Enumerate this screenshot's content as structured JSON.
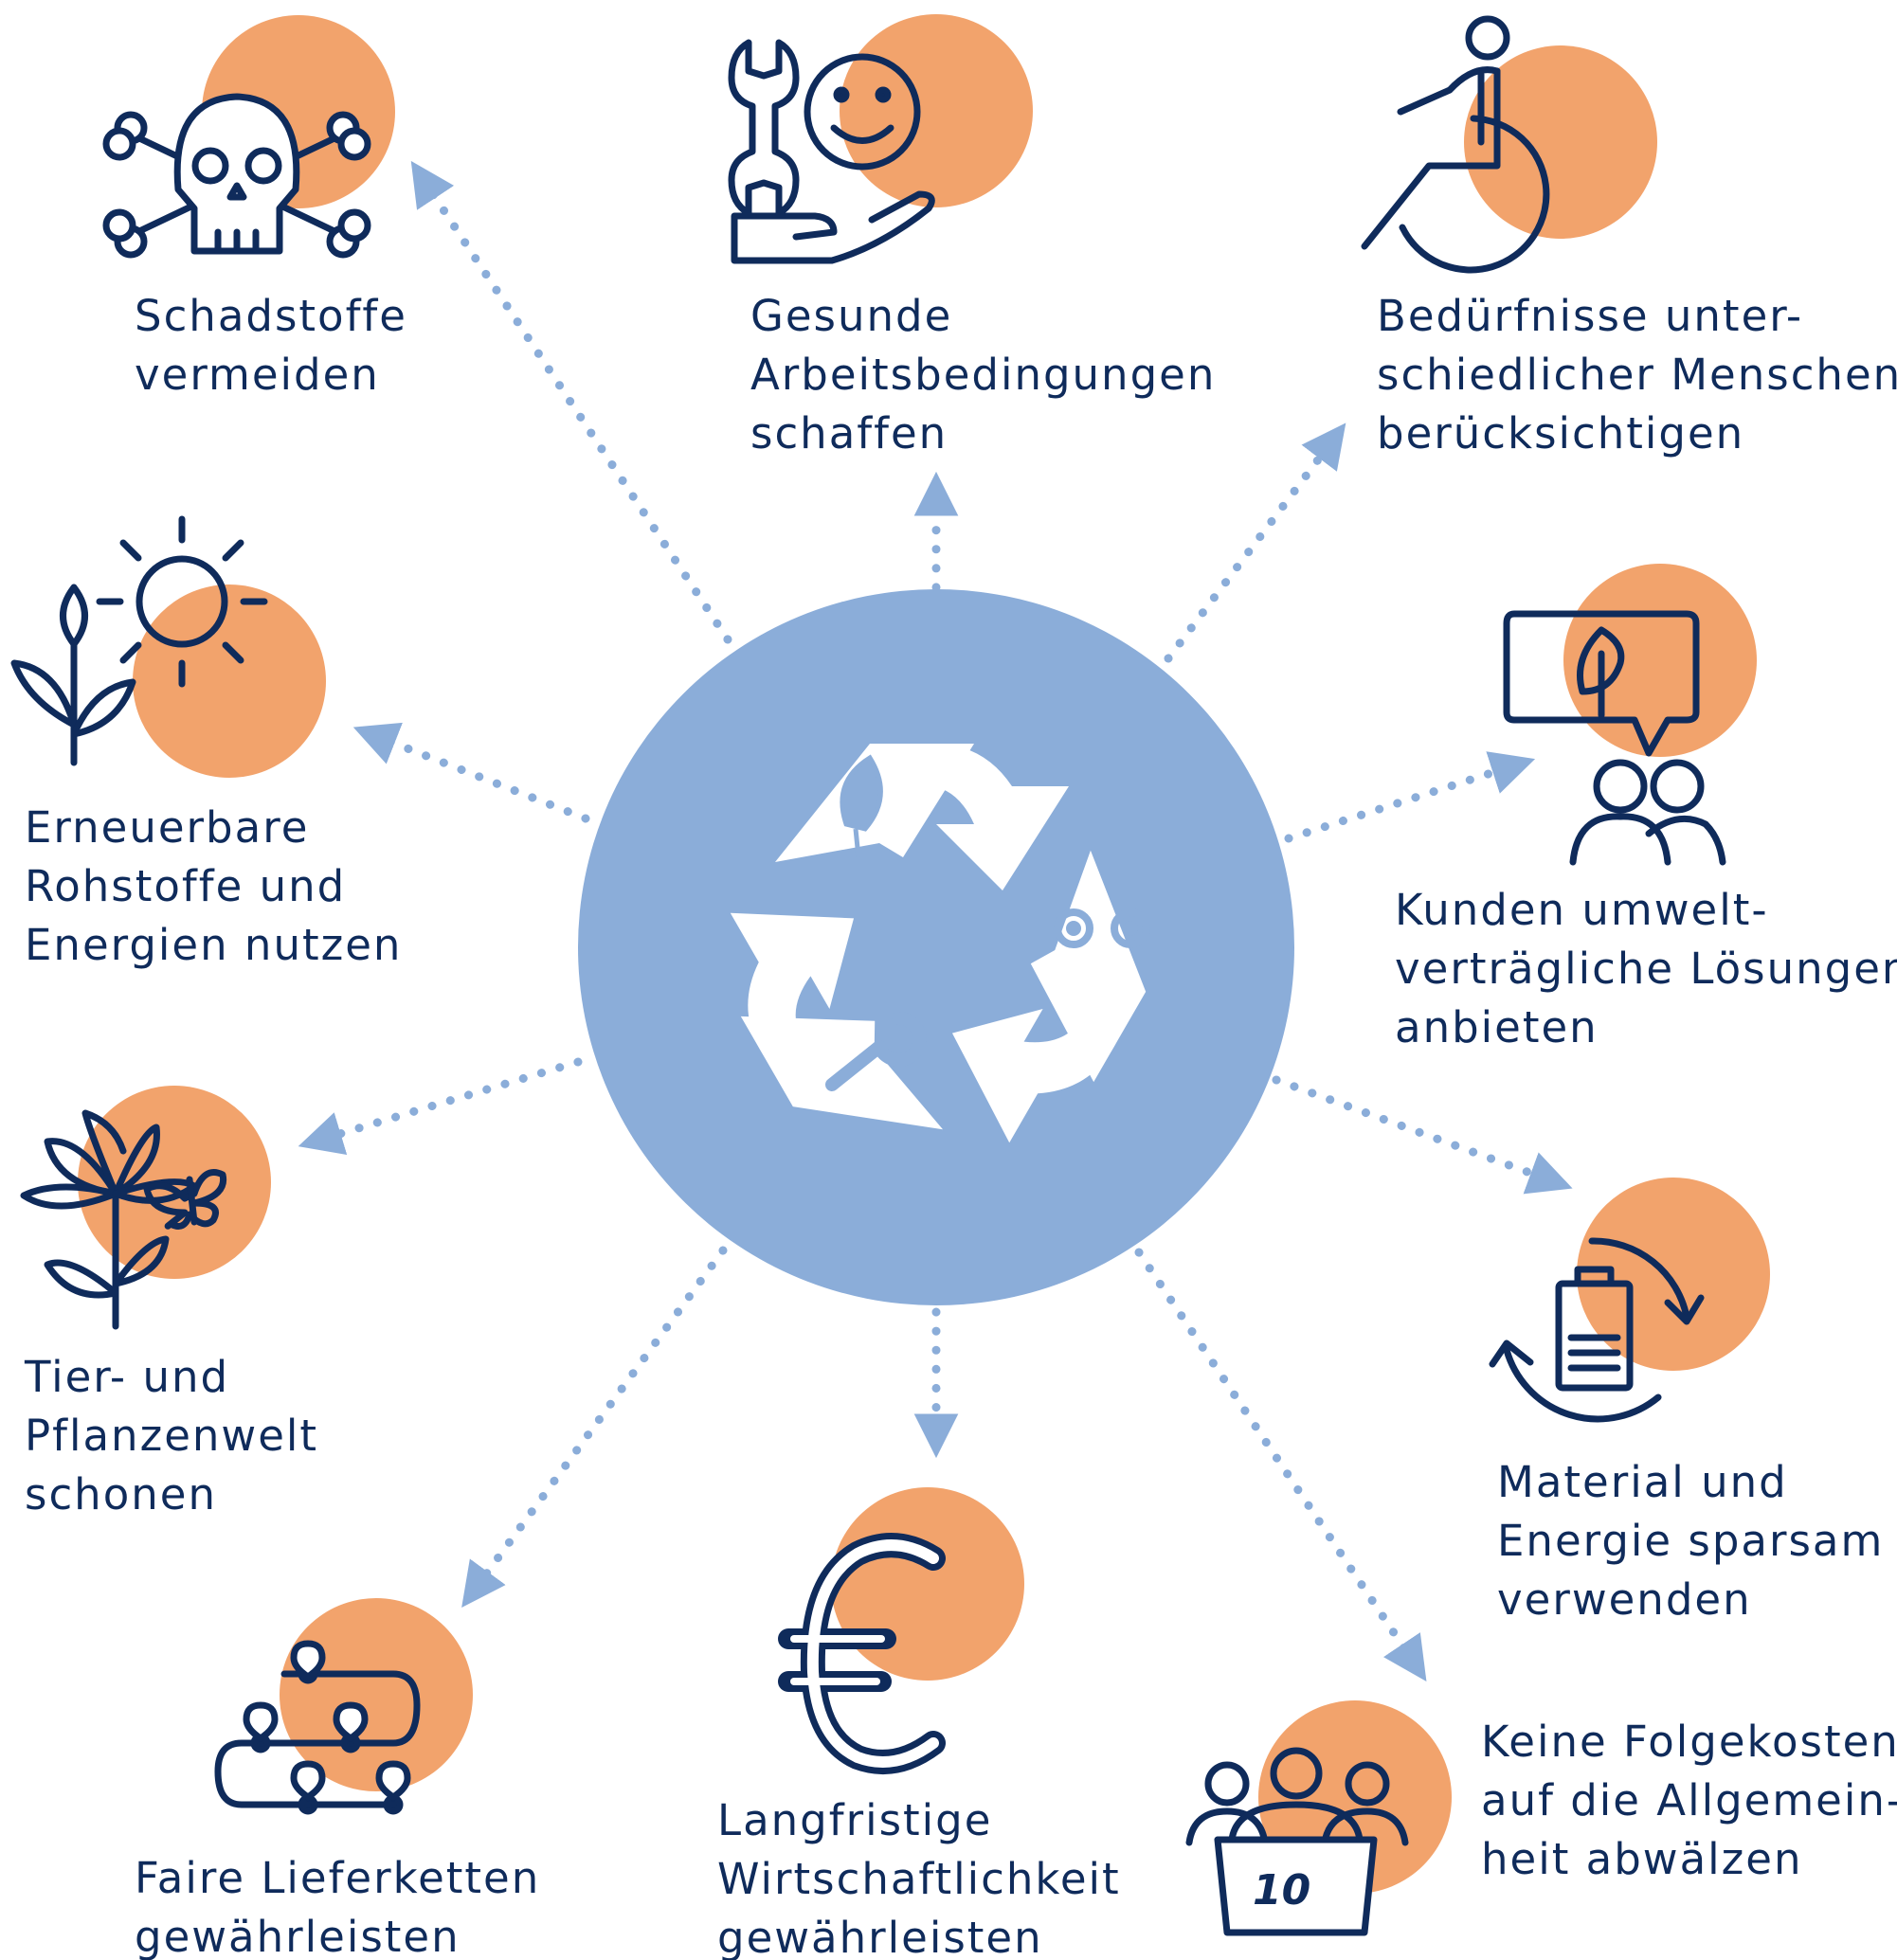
{
  "colors": {
    "navy": "#0f2b5b",
    "orange": "#f2a36c",
    "blue": "#8badd9",
    "white": "#ffffff"
  },
  "center": {
    "icon": "recycle-symbol-icon"
  },
  "items": [
    {
      "id": "schadstoffe",
      "icon": "skull-crossbones-icon",
      "lines": [
        "Schadstoffe",
        "vermeiden"
      ]
    },
    {
      "id": "arbeitsbedingungen",
      "icon": "wrench-smile-hand-icon",
      "lines": [
        "Gesunde",
        "Arbeitsbedingungen",
        "schaffen"
      ]
    },
    {
      "id": "beduerfnisse",
      "icon": "wheelchair-icon",
      "lines": [
        "Bedürfnisse unter-",
        "schiedlicher Menschen",
        "berücksichtigen"
      ]
    },
    {
      "id": "kunden",
      "icon": "speech-bubble-leaf-people-icon",
      "lines": [
        "Kunden umwelt-",
        "verträgliche Lösungen",
        "anbieten"
      ]
    },
    {
      "id": "material",
      "icon": "battery-cycle-icon",
      "lines": [
        "Material und",
        "Energie sparsam",
        "verwenden"
      ]
    },
    {
      "id": "folgekosten",
      "icon": "group-bucket-icon",
      "badge": "10",
      "lines": [
        "Keine Folgekosten",
        "auf die Allgemein-",
        "heit abwälzen"
      ]
    },
    {
      "id": "wirtschaftlichkeit",
      "icon": "euro-icon",
      "lines": [
        "Langfristige",
        "Wirtschaftlichkeit",
        "gewährleisten"
      ]
    },
    {
      "id": "lieferketten",
      "icon": "route-pins-icon",
      "lines": [
        "Faire Lieferketten",
        "gewährleisten"
      ]
    },
    {
      "id": "tierpflanzen",
      "icon": "flower-butterfly-icon",
      "lines": [
        "Tier- und",
        "Pflanzenwelt",
        "schonen"
      ]
    },
    {
      "id": "erneuerbare",
      "icon": "plant-sun-icon",
      "lines": [
        "Erneuerbare",
        "Rohstoffe und",
        "Energien nutzen"
      ]
    }
  ]
}
